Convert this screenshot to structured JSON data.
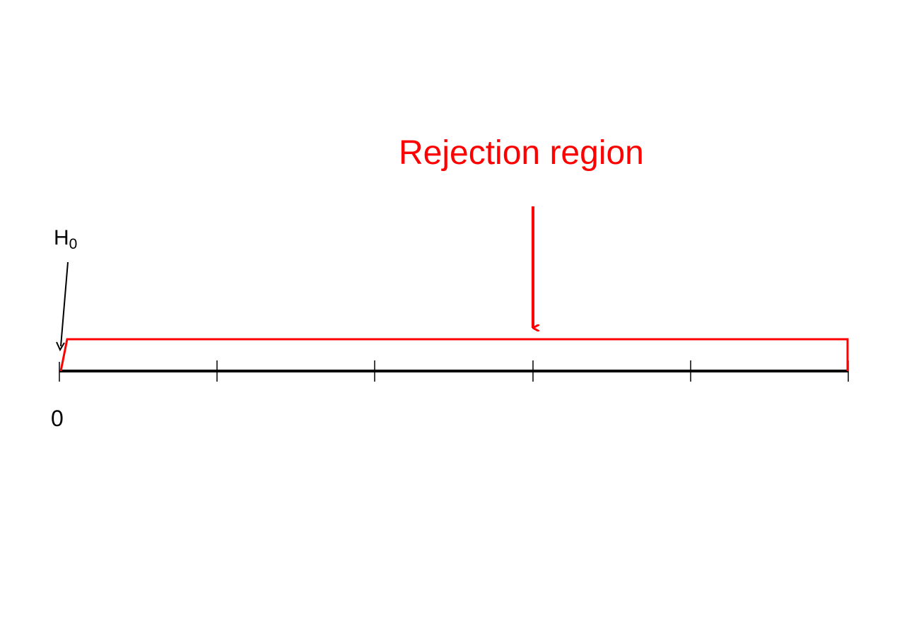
{
  "labels": {
    "rejection_region": "Rejection region",
    "hypothesis_main": "H",
    "hypothesis_sub": "0",
    "axis_origin": "0"
  },
  "colors": {
    "region": "#ff0000",
    "axis": "#000000"
  }
}
